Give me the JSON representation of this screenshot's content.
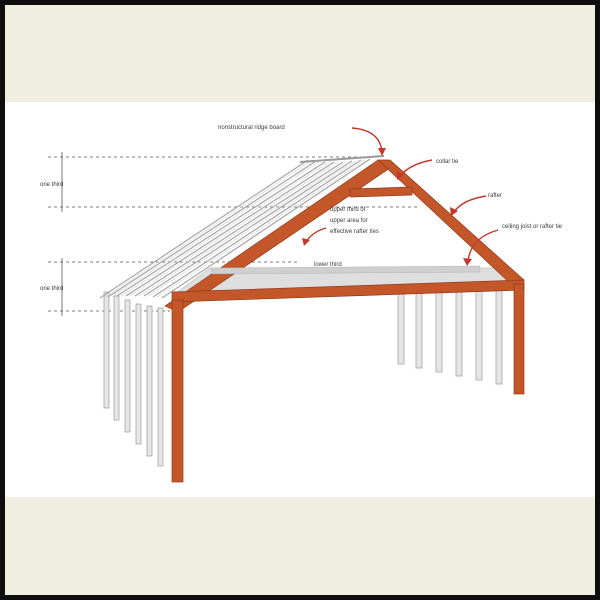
{
  "colors": {
    "border": "#0e0e0e",
    "background_band": "#efeee1",
    "panel": "#ffffff",
    "timber": "#c4572a",
    "timber_dark": "#8f3a1a",
    "joists": "#a8a8a8",
    "ceiling": "#d8d8d8",
    "annotation_arrow": "#c0392b"
  },
  "labels": {
    "ridge": "nonstructural ridge board",
    "collar_tie": "collar tie",
    "rafter": "rafter",
    "ceiling_joist": "ceiling joist or rafter tie",
    "upper_third_note_1": "upper third of",
    "upper_third_note_2": "upper area for",
    "upper_third_note_3": "effective rafter ties",
    "lower_third": "lower third",
    "dim_top": "one third",
    "dim_bottom": "one third"
  }
}
